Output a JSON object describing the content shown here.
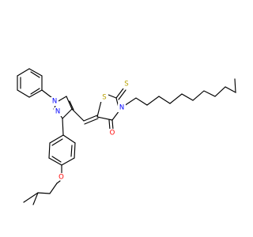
{
  "molecule": {
    "colors": {
      "N": "#0000ff",
      "O": "#ff0000",
      "S": "#b8a000",
      "C": "#000000"
    },
    "atoms": {
      "n_pyrazole_1": "N",
      "n_pyrazole_2": "N",
      "s_thiazolidine": "S",
      "s_thione": "S",
      "n_thiazolidine": "N",
      "o_carbonyl": "O",
      "o_ether": "O"
    }
  }
}
